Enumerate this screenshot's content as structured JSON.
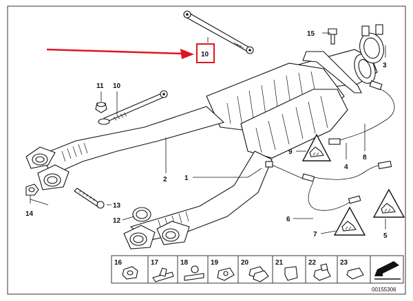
{
  "diagram": {
    "colors": {
      "annotation": "#e0141e",
      "ink": "#111111"
    },
    "callouts": {
      "c1": "1",
      "c2": "2",
      "c3": "3",
      "c4": "4",
      "c5": "5",
      "c6": "6",
      "c7": "7",
      "c8": "8",
      "c9": "9",
      "c10_top": "10",
      "c10_left": "10",
      "c11": "11",
      "c12": "12",
      "c13": "13",
      "c14": "14",
      "c15": "15"
    },
    "legend_strip": [
      "16",
      "17",
      "18",
      "19",
      "20",
      "21",
      "22",
      "23"
    ],
    "image_code": "00155306"
  }
}
